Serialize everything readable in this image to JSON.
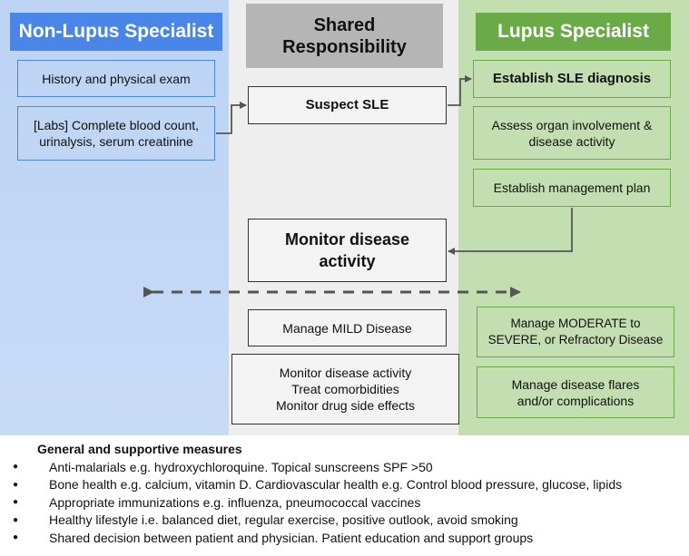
{
  "headers": {
    "left": "Non-Lupus Specialist",
    "middle": "Shared Responsibility",
    "right": "Lupus Specialist"
  },
  "left_boxes": {
    "history": "History and physical exam",
    "labs_line1": "[Labs] Complete blood count,",
    "labs_line2": "urinalysis, serum creatinine"
  },
  "middle_boxes": {
    "suspect": "Suspect SLE",
    "monitor_line1": "Monitor disease",
    "monitor_line2": "activity",
    "mild": "Manage MILD Disease",
    "shared_line1": "Monitor disease activity",
    "shared_line2": "Treat comorbidities",
    "shared_line3": "Monitor drug side effects"
  },
  "right_boxes": {
    "diagnosis": "Establish SLE diagnosis",
    "organ_line1": "Assess organ involvement &",
    "organ_line2": "disease activity",
    "plan": "Establish management plan",
    "moderate_line1": "Manage MODERATE to",
    "moderate_line2": "SEVERE, or Refractory Disease",
    "flares_line1": "Manage disease flares",
    "flares_line2": "and/or complications"
  },
  "general": {
    "title": "General and supportive measures",
    "items": [
      "Anti-malarials e.g. hydroxychloroquine. Topical sunscreens SPF >50",
      "Bone health e.g. calcium, vitamin D. Cardiovascular health e.g. Control blood pressure, glucose, lipids",
      "Appropriate immunizations e.g. influenza, pneumococcal vaccines",
      "Healthy lifestyle i.e. balanced diet, regular exercise, positive outlook, avoid smoking",
      "Shared decision between patient and physician. Patient education and support groups"
    ]
  },
  "colors": {
    "left_header": "#4a86e8",
    "middle_header": "#b5b5b5",
    "right_header": "#6aab47",
    "left_column": "#c7dbf6",
    "middle_column": "#eeeeee",
    "right_column": "#c3deb0"
  }
}
